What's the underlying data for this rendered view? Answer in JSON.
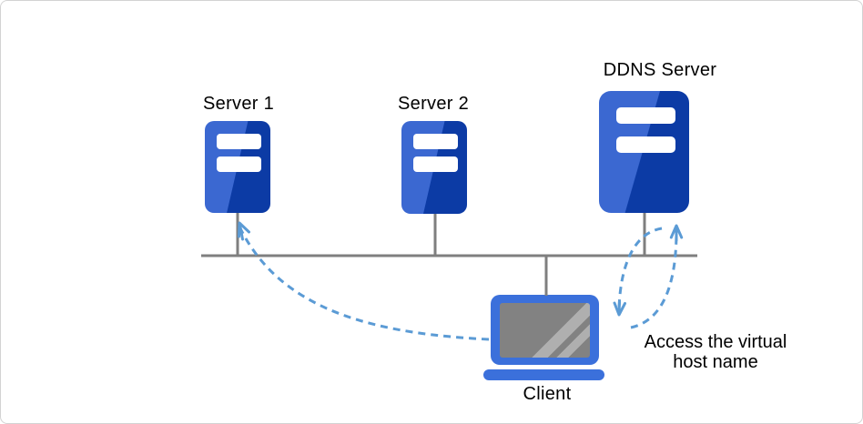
{
  "diagram": {
    "type": "network-topology",
    "nodes": {
      "server1": {
        "label": "Server 1",
        "kind": "server"
      },
      "server2": {
        "label": "Server 2",
        "kind": "server"
      },
      "ddns": {
        "label": "DDNS Server",
        "kind": "server"
      },
      "client": {
        "label": "Client",
        "kind": "laptop"
      }
    },
    "note": {
      "text": "Access the virtual host name"
    },
    "edges": {
      "bus": {
        "type": "network-bus",
        "connects": [
          "server1",
          "server2",
          "ddns",
          "client"
        ]
      },
      "arrows": [
        {
          "from": "client",
          "to": "server1",
          "style": "dashed-curve",
          "arrowhead": "up"
        },
        {
          "from": "ddns",
          "to": "client",
          "style": "dashed-arc",
          "arrowhead": "down"
        },
        {
          "from": "client",
          "to": "ddns",
          "style": "dashed-arc",
          "arrowhead": "up",
          "note": "Access the virtual host name"
        }
      ]
    }
  },
  "colors": {
    "server_light": "#3B68D1",
    "server_dark": "#0C3BA5",
    "laptop_frame": "#3B70DB",
    "laptop_screen": "#828282",
    "laptop_glare": "#AFAFAF",
    "network_line": "#7F7F7F",
    "arrow": "#5B9BD5",
    "label_text": "#000000",
    "canvas_border": "#D3D3D3",
    "bar_white": "#FFFFFF",
    "canvas_bg": "#FFFFFF"
  }
}
